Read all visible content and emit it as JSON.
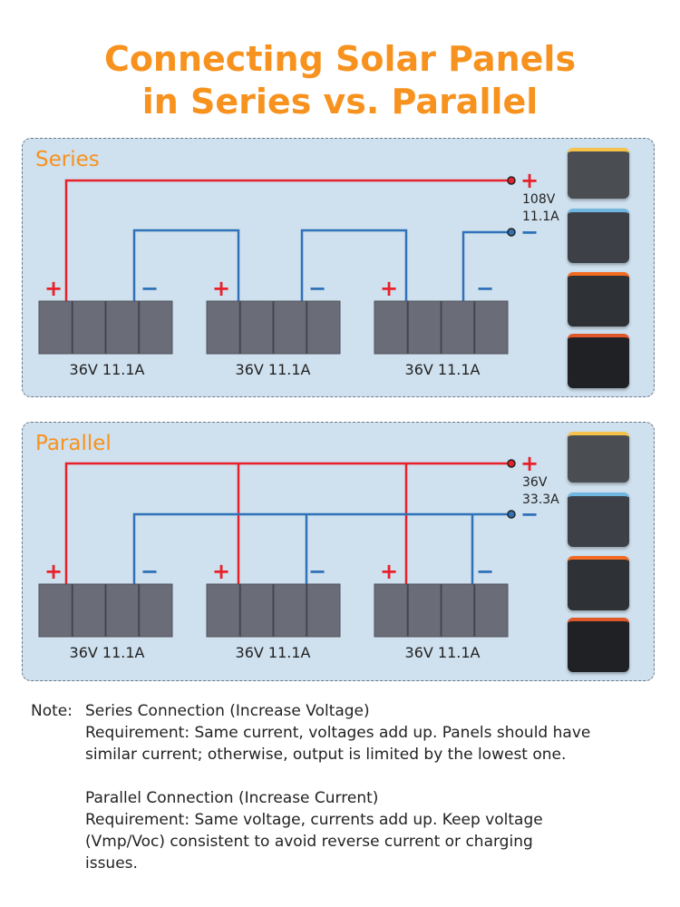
{
  "title": {
    "line1": "Connecting Solar Panels",
    "line2": "in Series vs. Parallel"
  },
  "series": {
    "heading": "Series",
    "panels": [
      "36V 11.1A",
      "36V 11.1A",
      "36V 11.1A"
    ],
    "output_voltage": "108V",
    "output_current": "11.1A",
    "plus": "+",
    "minus": "−"
  },
  "parallel": {
    "heading": "Parallel",
    "panels": [
      "36V 11.1A",
      "36V 11.1A",
      "36V 11.1A"
    ],
    "output_voltage": "36V",
    "output_current": "33.3A",
    "plus": "+",
    "minus": "−"
  },
  "notes": {
    "label": "Note:",
    "series_title": "Series Connection (Increase Voltage)",
    "series_req_1": "Requirement: Same current, voltages add up. Panels should have",
    "series_req_2": "similar current; otherwise, output is limited by the lowest one.",
    "parallel_title": "Parallel Connection (Increase Current)",
    "parallel_req_1": "Requirement: Same voltage, currents add up. Keep voltage",
    "parallel_req_2": "(Vmp/Voc) consistent to avoid reverse current or charging",
    "parallel_req_3": "issues."
  },
  "colors": {
    "positive": "#e8202a",
    "negative": "#2f72b8",
    "accent": "#f7921e"
  }
}
